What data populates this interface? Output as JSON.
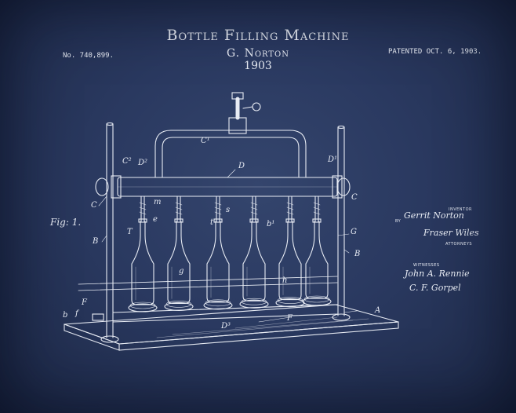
{
  "header": {
    "title": "Bottle Filling Machine",
    "inventor": "G. Norton",
    "year": "1903",
    "patent_number": "No. 740,899.",
    "patented_date": "PATENTED OCT. 6, 1903."
  },
  "figure": {
    "fig_label": "Fig: 1.",
    "labels": [
      "C²",
      "D²",
      "C",
      "D",
      "C¹",
      "D¹",
      "C",
      "B",
      "G",
      "B",
      "A",
      "b",
      "f",
      "F",
      "F",
      "D³",
      "m",
      "e",
      "T",
      "t",
      "g",
      "h",
      "s",
      "b¹"
    ]
  },
  "signatures": {
    "inventor_caption": "INVENTOR",
    "by": "BY",
    "inventor_name": "Gerrit Norton",
    "attorney_name": "Fraser Wiles",
    "attorneys_caption": "ATTORNEYS",
    "witnesses_caption": "WITNESSES",
    "witness_1": "John A. Rennie",
    "witness_2": "C. F. Gorpel"
  },
  "colors": {
    "background": "#2a3960",
    "ink": "#e8ecf4"
  }
}
